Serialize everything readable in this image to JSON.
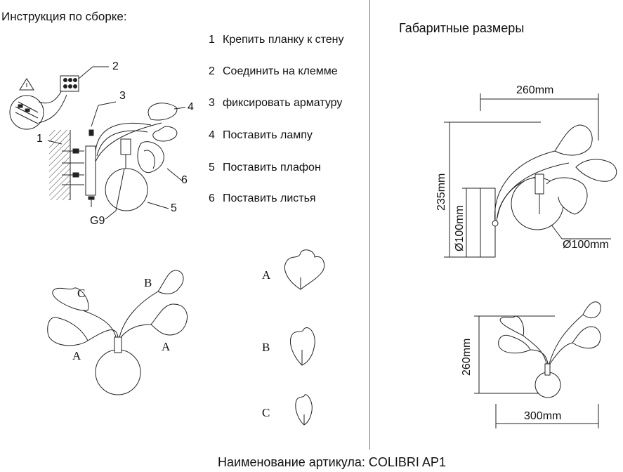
{
  "assembly": {
    "title": "Инструкция по сборке:",
    "steps": [
      {
        "num": "1",
        "text": "Крепить планку к стену"
      },
      {
        "num": "2",
        "text": "Соединить на клемме"
      },
      {
        "num": "3",
        "text": "фиксировать арматуру"
      },
      {
        "num": "4",
        "text": "Поставить лампу"
      },
      {
        "num": "5",
        "text": "Поставить плафон"
      },
      {
        "num": "6",
        "text": "Поставить листья"
      }
    ],
    "callouts": {
      "c1": "1",
      "c2": "2",
      "c3": "3",
      "c4": "4",
      "c5": "5",
      "c6": "6",
      "bulb": "G9"
    }
  },
  "leaves": {
    "front_labels": {
      "c": "C",
      "b": "B",
      "a_left": "A",
      "a_right": "A"
    },
    "types": [
      "A",
      "B",
      "C"
    ]
  },
  "dimensions": {
    "title": "Габаритные размеры",
    "width_side": "260mm",
    "height": "235mm",
    "base_diameter": "Ø100mm",
    "shade_diameter": "Ø100mm",
    "front_height": "260mm",
    "front_width": "300mm"
  },
  "footer": {
    "article": "Наименование артикула: COLIBRI AP1"
  }
}
